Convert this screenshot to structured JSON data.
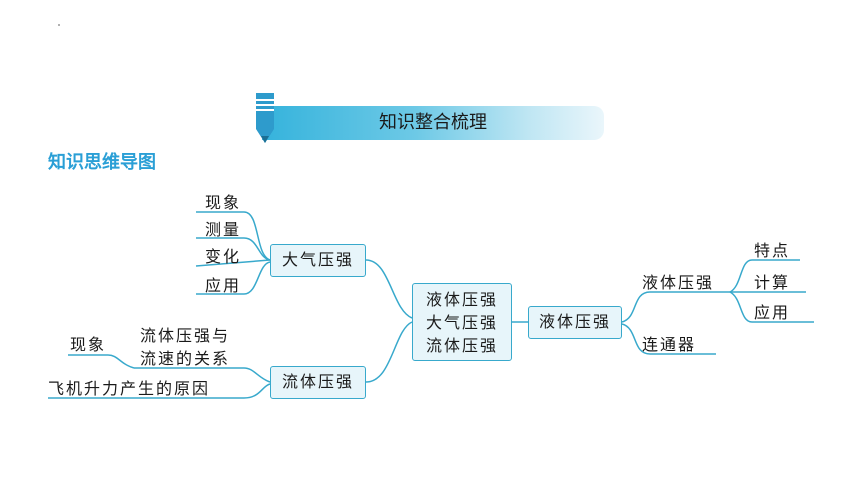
{
  "banner": {
    "title": "知识整合梳理"
  },
  "section_title": "知识思维导图",
  "center": {
    "lines": [
      "液体压强",
      "大气压强",
      "流体压强"
    ]
  },
  "atmospheric": {
    "label": "大气压强",
    "leaves": [
      "现象",
      "测量",
      "变化",
      "应用"
    ]
  },
  "fluid": {
    "label": "流体压强",
    "leaf_relation_line1": "流体压强与",
    "leaf_relation_line2": "流速的关系",
    "leaf_phenomenon": "现象",
    "leaf_lift": "飞机升力产生的原因"
  },
  "liquid": {
    "label": "液体压强",
    "sub_label": "液体压强",
    "sub_leaves": [
      "特点",
      "计算",
      "应用"
    ],
    "connector": "连通器"
  },
  "colors": {
    "line": "#38a9cc",
    "box_fill": "#e7f5fa",
    "accent": "#2a9fd6"
  }
}
